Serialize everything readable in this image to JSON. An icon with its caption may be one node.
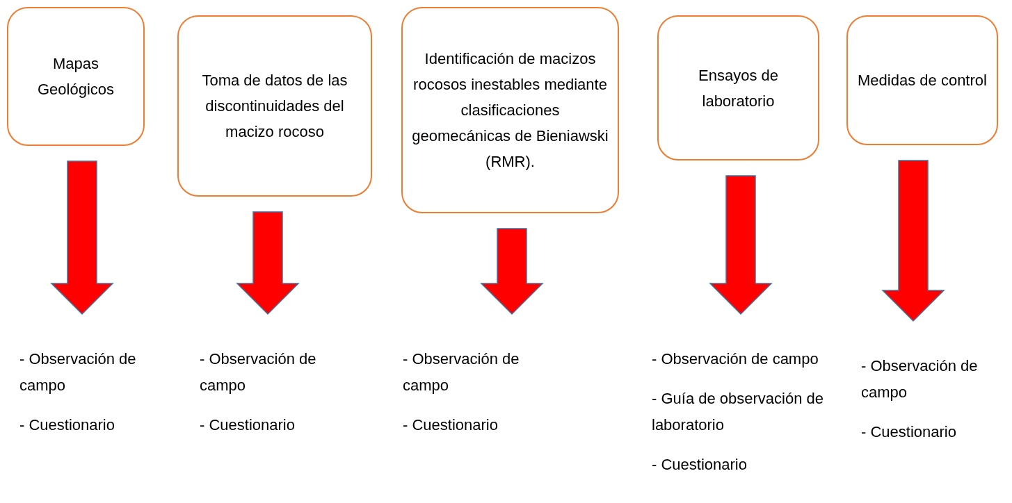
{
  "diagram": {
    "nodes": [
      {
        "text": [
          "Mapas Geológicos"
        ]
      },
      {
        "text": [
          "Toma de datos de las discontinuidades del macizo rocoso"
        ]
      },
      {
        "text": [
          "Identificación de macizos rocosos inestables mediante clasificaciones geomecánicas de Bieniawski (RMR)."
        ]
      },
      {
        "text": [
          "Ensayos de laboratorio"
        ]
      },
      {
        "text": [
          "Medidas de control"
        ]
      },
      {
        "text": [
          "- Observación de campo",
          "- Cuestionario"
        ]
      },
      {
        "text": [
          "- Observación de campo",
          "- Cuestionario"
        ]
      },
      {
        "text": [
          "- Observación de campo",
          "- Cuestionario"
        ]
      },
      {
        "text": [
          "- Observación de campo",
          "- Guía de observación de laboratorio",
          "- Cuestionario"
        ]
      },
      {
        "text": [
          "- Observación de campo",
          "- Cuestionario"
        ]
      }
    ],
    "edges": [
      {
        "from": 0,
        "to": 5,
        "arrow": "to"
      },
      {
        "from": 1,
        "to": 6,
        "arrow": "to"
      },
      {
        "from": 2,
        "to": 7,
        "arrow": "to"
      },
      {
        "from": 3,
        "to": 8,
        "arrow": "to"
      },
      {
        "from": 4,
        "to": 9,
        "arrow": "to"
      }
    ]
  }
}
